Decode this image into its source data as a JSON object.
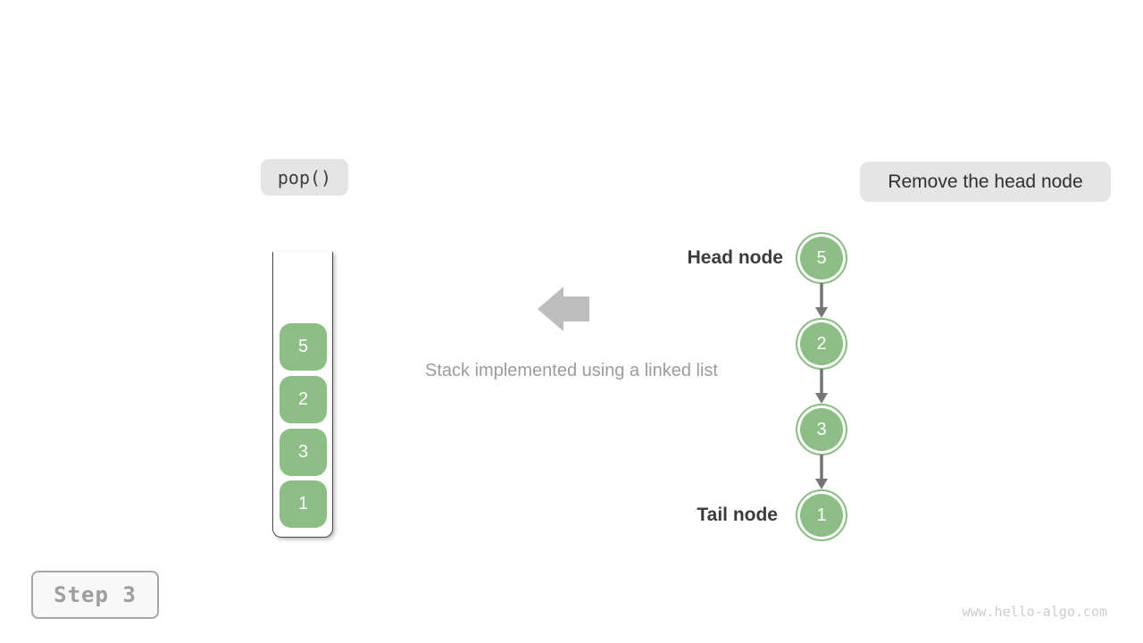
{
  "operation": {
    "label": "pop()"
  },
  "annotation": {
    "label": "Remove the head node"
  },
  "caption": "Stack implemented using a linked list",
  "stack": {
    "items": [
      "5",
      "2",
      "3",
      "1"
    ]
  },
  "linked_list": {
    "head_label": "Head node",
    "tail_label": "Tail node",
    "nodes": [
      "5",
      "2",
      "3",
      "1"
    ]
  },
  "step": {
    "label": "Step 3"
  },
  "watermark": "www.hello-algo.com",
  "icons": {
    "pop_direction": "block-arrow-left-icon",
    "link_direction": "arrow-down-icon"
  },
  "colors": {
    "node_green": "#8CBE85",
    "badge_bg": "#e5e5e5",
    "dark_text": "#3b3b3b",
    "muted_gray": "#9c9c9c",
    "arrow_gray": "#bdbdbd",
    "link_arrow_gray": "#757575",
    "container_border": "#4a4a4a"
  }
}
